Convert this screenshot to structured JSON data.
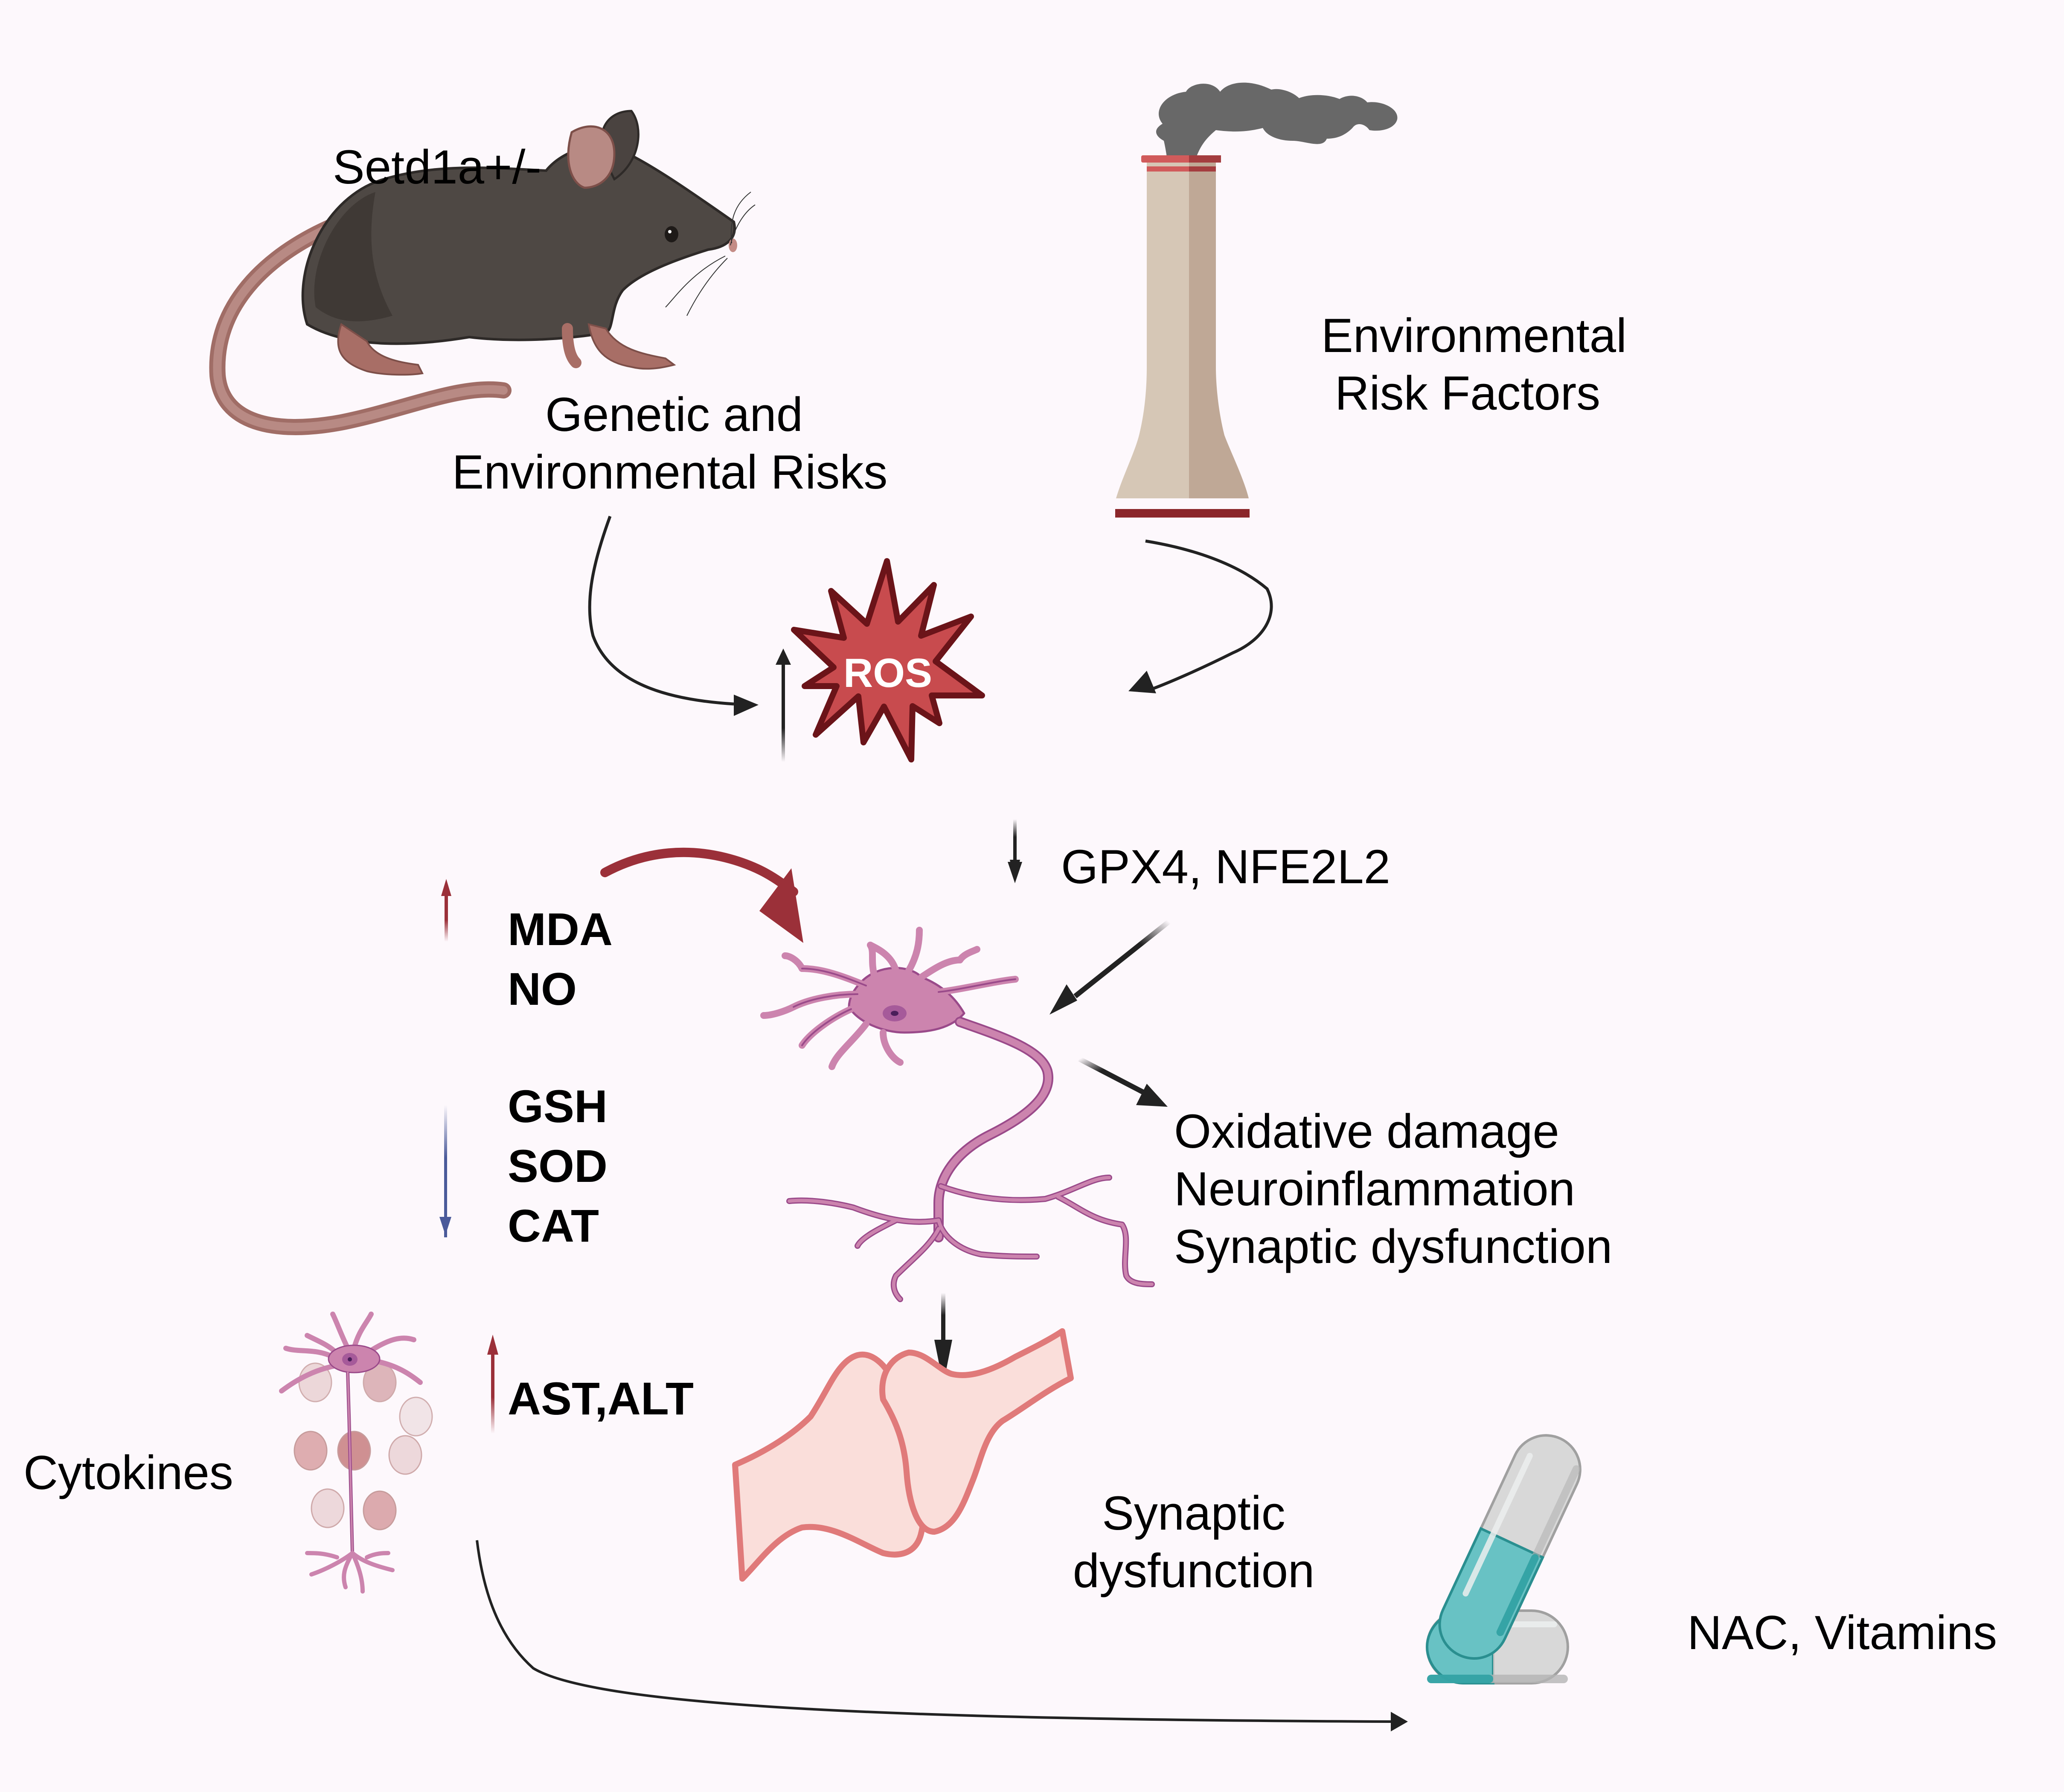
{
  "title": "Setd1a oxidative stress pathway",
  "colors": {
    "background": "#fdf8fc",
    "arrow_dark": "#222222",
    "arrow_up_red": "#9b3039",
    "arrow_down_blue": "#4a5a9a",
    "ros_fill": "#c84b4e",
    "ros_stroke": "#6b1419",
    "neuron_fill": "#cc84ae",
    "neuron_stroke": "#9a4a8a",
    "synapse_fill": "#fadeda",
    "synapse_stroke": "#e07a7a",
    "capsule_teal": "#68c2c4",
    "capsule_grey": "#d8d8d8",
    "smoke": "#686868",
    "tower_light": "#d6c7b6",
    "tower_dark": "#bfa896",
    "tower_band": "#d15b5b",
    "tower_base": "#8b262a",
    "mouse_body": "#4e4844"
  },
  "labels": {
    "mouse_genotype": "Setd1a+/-",
    "genetic_risk_line1": "Genetic and",
    "genetic_risk_line2": "Environmental Risks",
    "env_risk_line1": "Environmental",
    "env_risk_line2": "Risk Factors",
    "ros": "ROS",
    "gpx4": "GPX4, NFE2L2",
    "outcome_1": "Oxidative damage",
    "outcome_2": "Neuroinflammation",
    "outcome_3": "Synaptic dysfunction",
    "up_markers": [
      "MDA",
      "NO"
    ],
    "down_markers": [
      "GSH",
      "SOD",
      "CAT"
    ],
    "liver_markers": "AST,ALT",
    "cytokines": "Cytokines",
    "synaptic_line1": "Synaptic",
    "synaptic_line2": "dysfunction",
    "treatment": "NAC, Vitamins"
  },
  "icons": {
    "mouse": "mouse-icon",
    "factory": "cooling-tower-icon",
    "ros": "ros-starburst-icon",
    "neuron": "neuron-icon",
    "neuron_cytokine": "neuron-cytokine-icon",
    "synapse": "synapse-icon",
    "capsules": "capsule-icon"
  }
}
